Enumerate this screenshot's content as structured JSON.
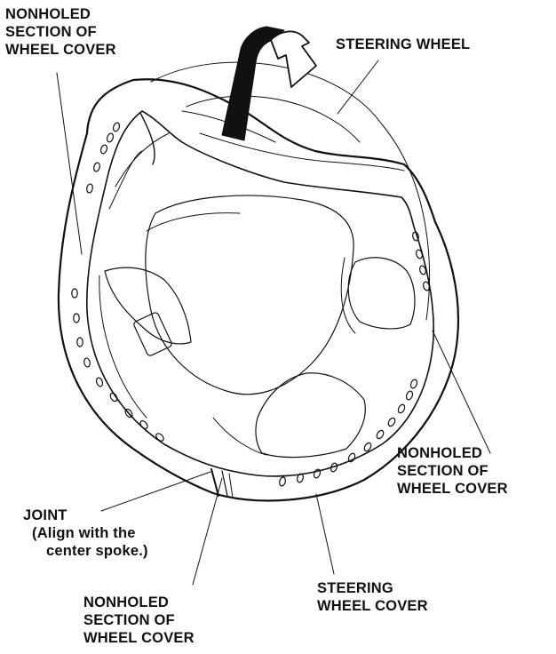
{
  "labels": {
    "nonholed_top_left": [
      "NONHOLED",
      "SECTION OF",
      "WHEEL COVER"
    ],
    "steering_wheel": "STEERING WHEEL",
    "nonholed_right": [
      "NONHOLED",
      "SECTION OF",
      "WHEEL COVER"
    ],
    "joint": [
      "JOINT",
      "(Align with the",
      "center spoke.)"
    ],
    "nonholed_bottom": [
      "NONHOLED",
      "SECTION OF",
      "WHEEL COVER"
    ],
    "steering_wheel_cover": [
      "STEERING",
      "WHEEL COVER"
    ]
  },
  "colors": {
    "line": "#111111",
    "background": "#ffffff"
  }
}
